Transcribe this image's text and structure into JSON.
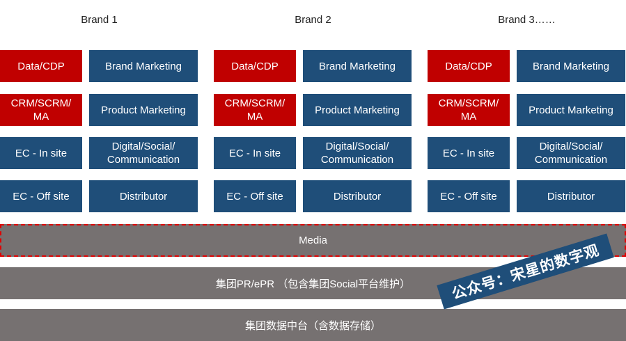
{
  "brands": [
    {
      "title": "Brand 1",
      "boxes": [
        {
          "label": "Data/CDP",
          "color": "#c00000"
        },
        {
          "label": "Brand Marketing",
          "color": "#1f4e79"
        },
        {
          "label": "CRM/SCRM/\nMA",
          "color": "#c00000"
        },
        {
          "label": "Product Marketing",
          "color": "#1f4e79"
        },
        {
          "label": "EC - In site",
          "color": "#1f4e79"
        },
        {
          "label": "Digital/Social/\nCommunication",
          "color": "#1f4e79"
        },
        {
          "label": "EC - Off site",
          "color": "#1f4e79"
        },
        {
          "label": "Distributor",
          "color": "#1f4e79"
        }
      ]
    },
    {
      "title": "Brand 2",
      "boxes": [
        {
          "label": "Data/CDP",
          "color": "#c00000"
        },
        {
          "label": "Brand Marketing",
          "color": "#1f4e79"
        },
        {
          "label": "CRM/SCRM/\nMA",
          "color": "#c00000"
        },
        {
          "label": "Product Marketing",
          "color": "#1f4e79"
        },
        {
          "label": "EC - In site",
          "color": "#1f4e79"
        },
        {
          "label": "Digital/Social/\nCommunication",
          "color": "#1f4e79"
        },
        {
          "label": "EC - Off site",
          "color": "#1f4e79"
        },
        {
          "label": "Distributor",
          "color": "#1f4e79"
        }
      ]
    },
    {
      "title": "Brand 3……",
      "boxes": [
        {
          "label": "Data/CDP",
          "color": "#c00000"
        },
        {
          "label": "Brand Marketing",
          "color": "#1f4e79"
        },
        {
          "label": "CRM/SCRM/\nMA",
          "color": "#c00000"
        },
        {
          "label": "Product Marketing",
          "color": "#1f4e79"
        },
        {
          "label": "EC - In site",
          "color": "#1f4e79"
        },
        {
          "label": "Digital/Social/\nCommunication",
          "color": "#1f4e79"
        },
        {
          "label": "EC - Off site",
          "color": "#1f4e79"
        },
        {
          "label": "Distributor",
          "color": "#1f4e79"
        }
      ]
    }
  ],
  "layers": {
    "media": "Media",
    "group_pr": "集团PR/ePR （包含集团Social平台维护）",
    "group_data": "集团数据中台（含数据存储）"
  },
  "watermark": "公众号：宋星的数字观"
}
